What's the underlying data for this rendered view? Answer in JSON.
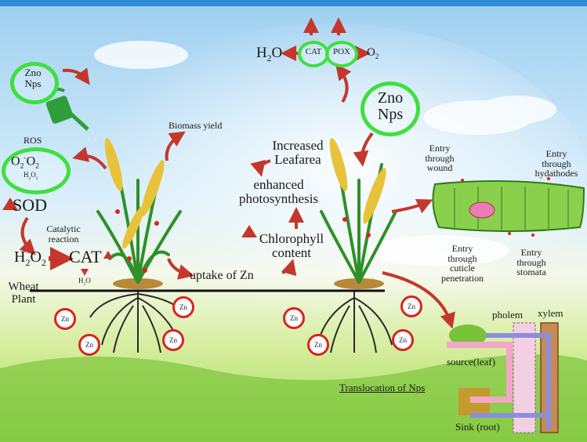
{
  "labels": {
    "zno_left": [
      "Zno",
      "Nps"
    ],
    "ros": "ROS",
    "ros_o2": "O",
    "ros_o2_sub": "2",
    "ros_o2_sup": "-",
    "ros_o2b": "O",
    "ros_o2b_sub": "2",
    "ros_h2o2": "H",
    "ros_h2o2_sub1": "2",
    "ros_h2o2_o": "O",
    "ros_h2o2_sub2": "2",
    "sod": "SOD",
    "catalytic_reaction": [
      "Catalytic",
      "reaction"
    ],
    "h2o2_h": "H",
    "h2o2_sub1": "2",
    "h2o2_o": "O",
    "h2o2_sub2": "2",
    "cat_left": "CAT",
    "h2o_small_h": "H",
    "h2o_small_sub": "2",
    "h2o_small_o": "O",
    "wheat_plant": [
      "Wheat",
      "Plant"
    ],
    "biomass_yield": "Biomass yield",
    "uptake_zn": "uptake of Zn",
    "increased_leafarea": [
      "Increased",
      "Leafarea"
    ],
    "enhanced_photosynthesis": [
      "enhanced",
      "photosynthesis"
    ],
    "chlorophyll_content": [
      "Chlorophyll",
      "content"
    ],
    "top_h2o_h": "H",
    "top_h2o_sub": "2",
    "top_h2o_o": "O",
    "top_cat": "CAT",
    "top_pox": "POX",
    "top_o2": "O",
    "top_o2_sub": "2",
    "zno_right": [
      "Zno",
      "Nps"
    ],
    "entry_wound": [
      "Entry",
      "through",
      "wound"
    ],
    "entry_hydathodes": [
      "Entry",
      "through",
      "hydathodes"
    ],
    "entry_cuticle": [
      "Entry",
      "through",
      "cuticle",
      "penetration"
    ],
    "entry_stomata": [
      "Entry",
      "through",
      "stomata"
    ],
    "phloem": "pholem",
    "xylem": "xylem",
    "source_leaf": "source(leaf)",
    "translocation": "Translocation of Nps",
    "sink_root": "Sink (root)",
    "zn": "Zn"
  },
  "colors": {
    "arrow_red": "#c4372c",
    "ring_green": "#3ee03e",
    "zn_ring": "#d8241f",
    "leaf_green": "#5fbf2a"
  }
}
